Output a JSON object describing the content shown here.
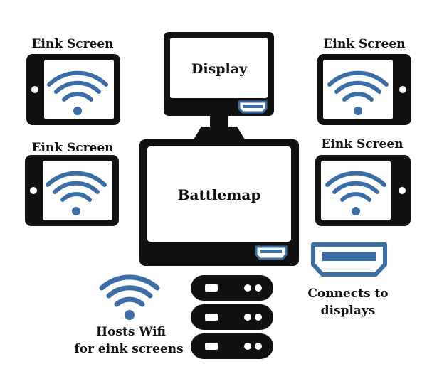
{
  "colors": {
    "ink": "#111111",
    "accent": "#3b6ea6",
    "screen_fill": "#ffffff",
    "background": "#ffffff"
  },
  "devices": {
    "eink_top_left": {
      "label": "Eink Screen",
      "icon": "wifi-icon"
    },
    "eink_top_right": {
      "label": "Eink Screen",
      "icon": "wifi-icon"
    },
    "eink_mid_left": {
      "label": "Eink Screen",
      "icon": "wifi-icon"
    },
    "eink_mid_right": {
      "label": "Eink Screen",
      "icon": "wifi-icon"
    },
    "display": {
      "label": "Display",
      "port_icon": "hdmi-port-icon"
    },
    "battlemap": {
      "label": "Battlemap",
      "port_icon": "hdmi-port-icon"
    }
  },
  "legend": {
    "wifi_host": {
      "icon": "wifi-icon",
      "line1": "Hosts Wifi",
      "line2": "for eink screens"
    },
    "server": {
      "icon": "server-rack-icon"
    },
    "hdmi": {
      "icon": "hdmi-connector-icon",
      "line1": "Connects to",
      "line2": "displays"
    }
  }
}
